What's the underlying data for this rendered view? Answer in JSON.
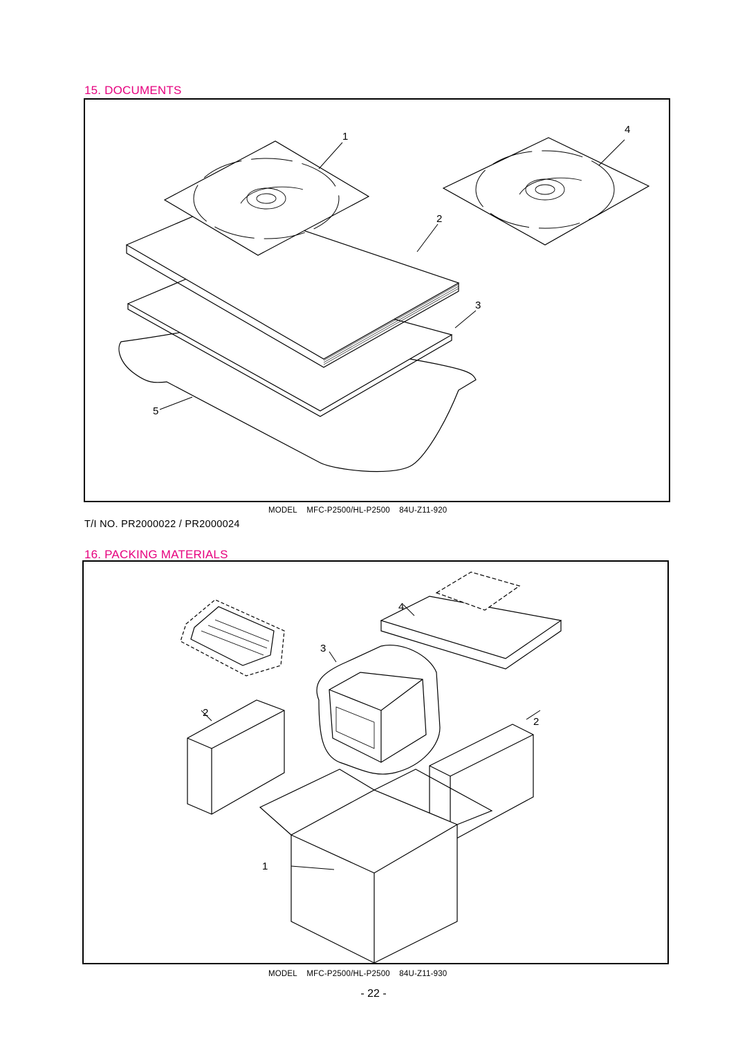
{
  "documents": {
    "title": "15. DOCUMENTS",
    "callouts": [
      "1",
      "2",
      "3",
      "4",
      "5"
    ],
    "model_label": "MODEL",
    "model_name": "MFC-P2500/HL-P2500",
    "drawing_code": "84U-Z11-920"
  },
  "ti_number": "T/I NO. PR2000022 / PR2000024",
  "packing": {
    "title": "16. PACKING MATERIALS",
    "callouts": [
      "1",
      "2",
      "2",
      "3",
      "4"
    ],
    "model_label": "MODEL",
    "model_name": "MFC-P2500/HL-P2500",
    "drawing_code": "84U-Z11-930"
  },
  "page_number": "- 22 -",
  "colors": {
    "heading": "#e6007e",
    "ink": "#000000"
  }
}
